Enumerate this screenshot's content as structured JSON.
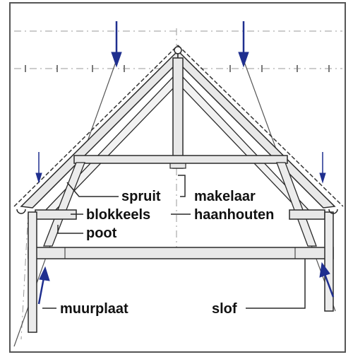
{
  "labels": {
    "spruit": "spruit",
    "makelaar": "makelaar",
    "blokkeels": "blokkeels",
    "haanhouten": "haanhouten",
    "poot": "poot",
    "muurplaat": "muurplaat",
    "slof": "slof"
  },
  "colors": {
    "paper": "#ffffff",
    "timber": "#e8e8e8",
    "line": "#2a2a2a",
    "arrow": "#1f2f8f",
    "construction": "#7a7a7a"
  }
}
